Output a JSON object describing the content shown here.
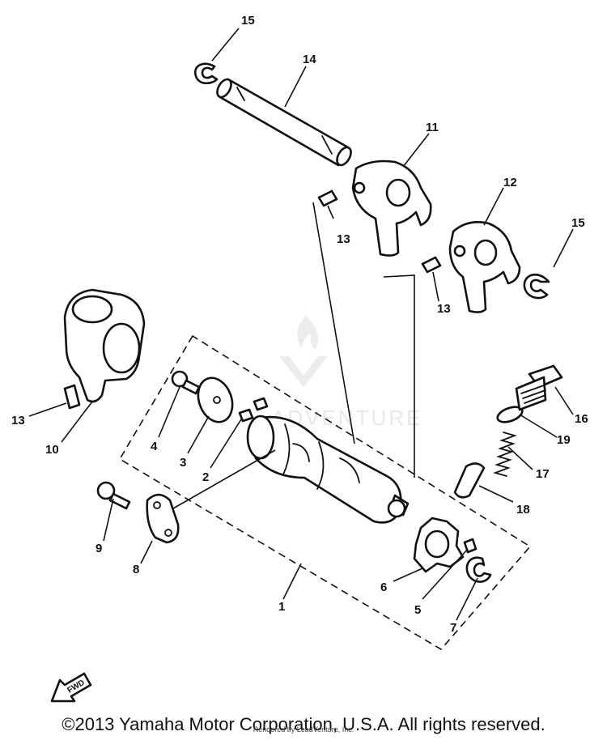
{
  "callouts": {
    "c1": "1",
    "c2": "2",
    "c3": "3",
    "c4": "4",
    "c5": "5",
    "c6": "6",
    "c7": "7",
    "c8": "8",
    "c9": "9",
    "c10": "10",
    "c11": "11",
    "c12": "12",
    "c13a": "13",
    "c13b": "13",
    "c13c": "13",
    "c14": "14",
    "c15a": "15",
    "c15b": "15",
    "c16": "16",
    "c17": "17",
    "c18": "18",
    "c19": "19"
  },
  "fwd_label": "FWD",
  "watermark": "ADVENTURE",
  "copyright": "©2013 Yamaha Motor Corporation, U.S.A. All rights reserved.",
  "rendered_by": "Rendered by LeadVenture, Inc."
}
